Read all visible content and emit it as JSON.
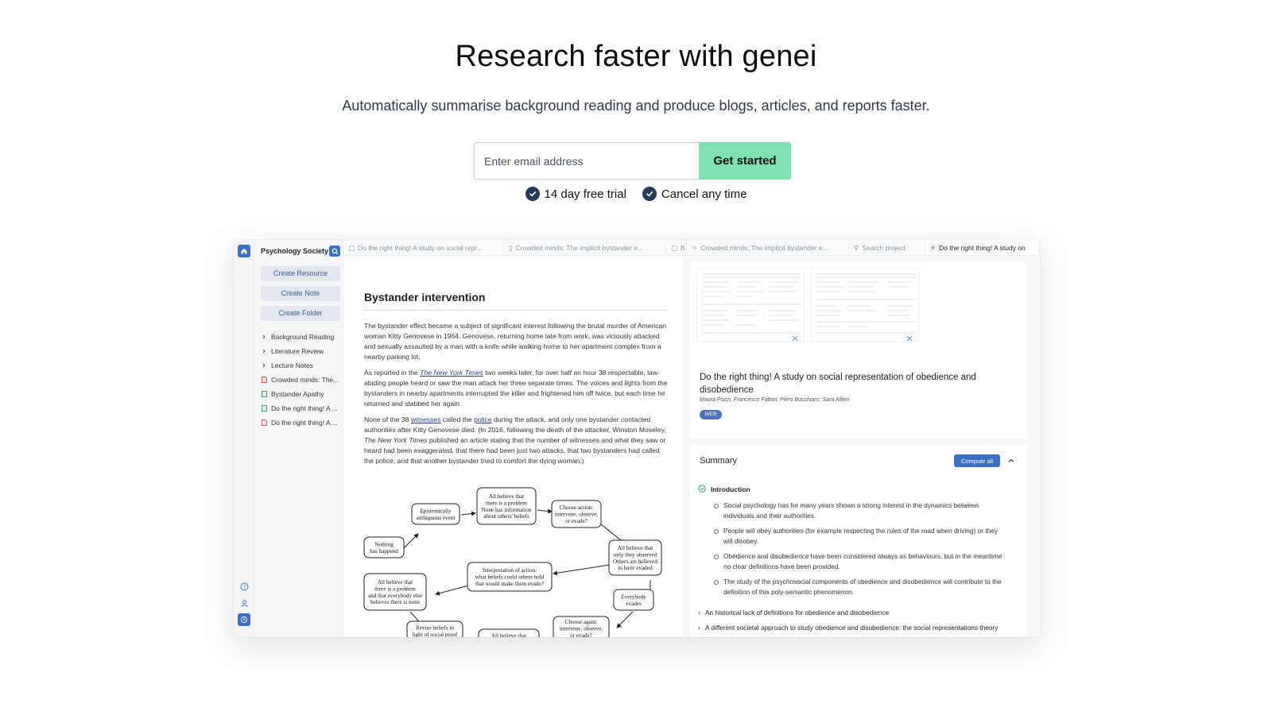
{
  "hero": {
    "title": "Research faster with genei",
    "subtitle": "Automatically summarise background reading and produce blogs, articles, and reports faster."
  },
  "signup": {
    "email_placeholder": "Enter email address",
    "cta_label": "Get started"
  },
  "perks": [
    "14 day free trial",
    "Cancel any time"
  ],
  "app": {
    "project_name": "Psychology Society",
    "sidebar_buttons": [
      "Create Resource",
      "Create Note",
      "Create Folder"
    ],
    "tree": [
      {
        "label": "Background Reading",
        "icon": "chevron-right-icon"
      },
      {
        "label": "Literature Review",
        "icon": "chevron-right-icon"
      },
      {
        "label": "Lecture Notes",
        "icon": "chevron-right-icon"
      },
      {
        "label": "Crowded minds: The...",
        "icon": "pdf-icon"
      },
      {
        "label": "Bystander Apathy",
        "icon": "note-icon"
      },
      {
        "label": "Do the right thing! A ...",
        "icon": "note-icon"
      },
      {
        "label": "Do the right thing! A ...",
        "icon": "pdf-icon"
      }
    ],
    "tabs": [
      {
        "label": "Do the right thing! A study on social repr...",
        "active": false
      },
      {
        "label": "Crowded minds: The implicit bystander e...",
        "active": false
      },
      {
        "label": "B",
        "active": false
      },
      {
        "label": "Crowded minds: The implicit bystander e...",
        "active": false
      },
      {
        "label": "Search project",
        "active": false
      },
      {
        "label": "Do the right thing! A study on",
        "active": true
      }
    ],
    "doc": {
      "title": "Bystander intervention",
      "p1": "The bystander effect became a subject of significant interest following the brutal murder of American woman Kitty Genovese in 1964. Genovese, returning home late from work, was viciously attacked and sexually assaulted by a man with a knife while walking home to her apartment complex from a nearby parking lot.",
      "p2_a": "As reported in the ",
      "p2_link": "The New York Times",
      "p2_b": " two weeks later, for over half an hour 38 respectable, law-abiding people heard or saw the man attack her three separate times. The voices and lights from the bystanders in nearby apartments interrupted the killer and frightened him off twice, but each time he returned and stabbed her again.",
      "p3_a": "None of the 38 ",
      "p3_link1": "witnesses",
      "p3_b": " called the ",
      "p3_link2": "police",
      "p3_c": " during the attack, and only one bystander contacted authorities after Kitty Genovese died. (In 2016, following the death of the attacker, Winston Moseley, ",
      "p3_em": "The New York Times",
      "p3_d": " published an article stating that the number of witnesses and what they saw or heard had been exaggerated, that there had been just two attacks, that two bystanders had called the police, and that another bystander tried to comfort the dying woman.)",
      "flow_nodes": [
        "All believe that|there is a problem|None has information|about others' beliefs",
        "Epistemically|ambiguous event",
        "Choose action:|intervene, observe,|or evade?",
        "Nothing|has happend",
        "All believe that|only they observed|Others are believed|to have evaded",
        "Interpretation of action:|what beliefs could others hold|that would make them evade?",
        "All believe that|there is a problem|and that everybody else|believes there is none",
        "Everybody|evades",
        "Revise beliefs in|light of social proof",
        "Choose again:|intervene, observe,|or evade?",
        "All believe that"
      ]
    },
    "paper": {
      "title": "Do the right thing! A study on social representation of obedience and disobedience",
      "authors": "Maura Pozzi, Francesco Fattori, Piero Bocchiaro, Sara Alfieri",
      "badge": "WEB"
    },
    "summary": {
      "heading": "Summary",
      "compute_label": "Compute all",
      "intro_label": "Introduction",
      "bullets": [
        "Social psychology has for many years shown a strong interest in the dynamics between individuals and their authorities.",
        "People will obey authorities (for example respecting the rules of the road when driving) or they will disobey.",
        "Obedience and disobedience have been considered always as behaviours, but in the meantime no clear definitions have been provided.",
        "The study of the psychosocial components of obedience and disobedience will contribute to the definition of this poly-semantic phenomenon."
      ],
      "sections": [
        "An historical lack of definitions for obedience and disobedience",
        "A different societal approach to study obedience and disobedience: the social representations theory"
      ]
    }
  },
  "colors": {
    "cta": "#7ee2b0",
    "check": "#253a56",
    "accent": "#3f6fc2"
  }
}
